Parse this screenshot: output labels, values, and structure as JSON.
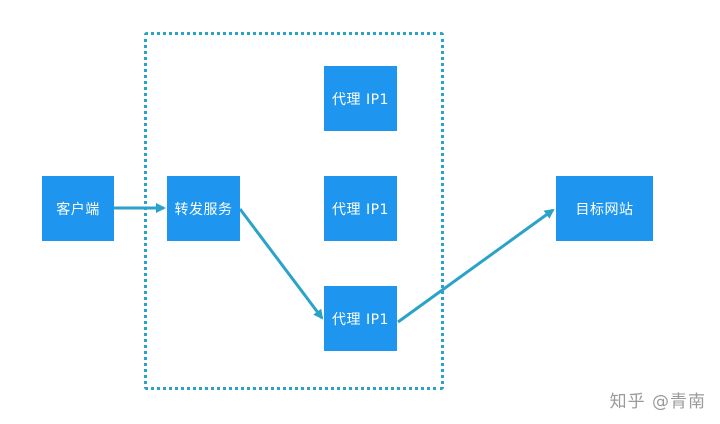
{
  "nodes": {
    "client": "客户端",
    "forwarder": "转发服务",
    "proxy_top": "代理 IP1",
    "proxy_middle": "代理 IP1",
    "proxy_bottom": "代理 IP1",
    "target": "目标网站"
  },
  "watermark": "知乎 @青南",
  "colors": {
    "node_fill": "#1e96f0",
    "node_text": "#ffffff",
    "arrow": "#2aa2c9",
    "frame_border": "#2aa2c9",
    "watermark": "#9a9a9a"
  }
}
